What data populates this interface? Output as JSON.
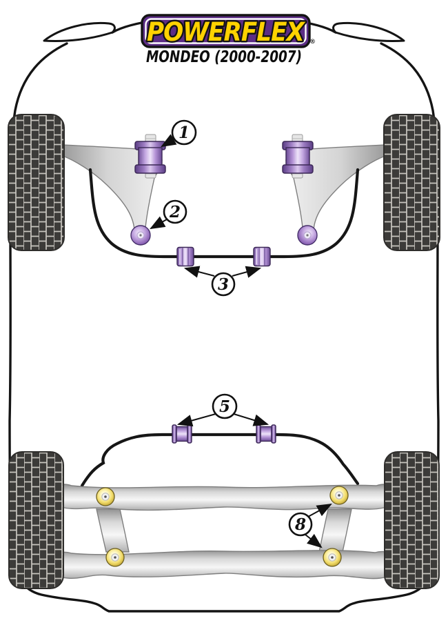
{
  "header": {
    "brand": "POWERFLEX",
    "registered_mark": "®",
    "model": "MONDEO (2000-2007)"
  },
  "callouts": [
    {
      "label": "1"
    },
    {
      "label": "2"
    },
    {
      "label": "3"
    },
    {
      "label": "5"
    },
    {
      "label": "8"
    }
  ],
  "colors": {
    "logo_purple": "#5c2d86",
    "logo_yellow": "#ffd200",
    "outline_black": "#141414",
    "bushing_purple_dark": "#6b4a92",
    "bushing_purple_light": "#e9ddf6",
    "subframe_bushing_yellow": "#f2dd6d",
    "tire_dark": "#3c3b39",
    "tread_light": "#c9c6c0",
    "metal_gray": "#d9d9d9"
  }
}
